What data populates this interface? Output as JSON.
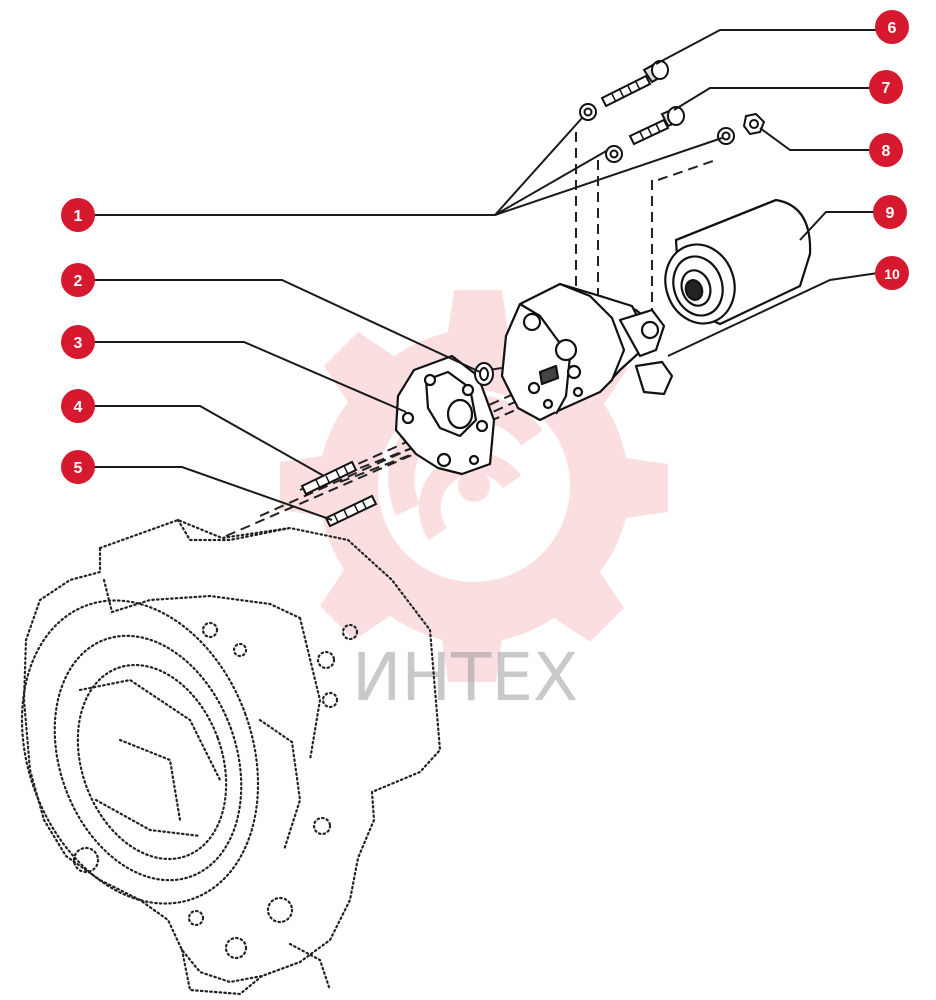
{
  "diagram": {
    "callouts": [
      {
        "id": "c1",
        "label": "1"
      },
      {
        "id": "c2",
        "label": "2"
      },
      {
        "id": "c3",
        "label": "3"
      },
      {
        "id": "c4",
        "label": "4"
      },
      {
        "id": "c5",
        "label": "5"
      },
      {
        "id": "c6",
        "label": "6"
      },
      {
        "id": "c7",
        "label": "7"
      },
      {
        "id": "c8",
        "label": "8"
      },
      {
        "id": "c9",
        "label": "9"
      },
      {
        "id": "c10",
        "label": "10"
      }
    ],
    "callout_color": "#d7192f",
    "line_color": "#1a1a1a"
  },
  "watermark": {
    "text": "ИНТЕХ",
    "color": "#e8242f"
  }
}
